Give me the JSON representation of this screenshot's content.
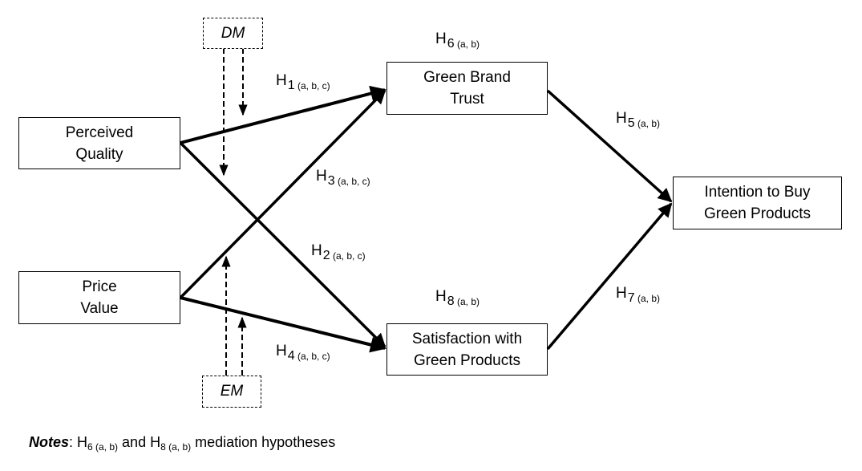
{
  "nodes": {
    "perceived_quality": [
      "Perceived",
      "Quality"
    ],
    "price_value": [
      "Price",
      "Value"
    ],
    "green_brand_trust": [
      "Green Brand",
      "Trust"
    ],
    "satisfaction": [
      "Satisfaction with",
      "Green Products"
    ],
    "intention": [
      "Intention to Buy",
      "Green Products"
    ],
    "dm": "DM",
    "em": "EM"
  },
  "hypotheses": {
    "h1": {
      "main": "H",
      "num": "1",
      "sub": " (a, b, c)"
    },
    "h2": {
      "main": "H",
      "num": "2",
      "sub": " (a, b, c)"
    },
    "h3": {
      "main": "H",
      "num": "3",
      "sub": " (a, b, c)"
    },
    "h4": {
      "main": "H",
      "num": "4",
      "sub": " (a, b, c)"
    },
    "h5": {
      "main": "H",
      "num": "5",
      "sub": " (a, b)"
    },
    "h6": {
      "main": "H",
      "num": "6",
      "sub": " (a, b)"
    },
    "h7": {
      "main": "H",
      "num": "7",
      "sub": " (a, b)"
    },
    "h8": {
      "main": "H",
      "num": "8",
      "sub": " (a, b)"
    }
  },
  "notes": {
    "label": "Notes",
    "colon": ": ",
    "h_a": "H",
    "h_a_sub": "6 (a, b)",
    "and": " and ",
    "h_b": "H",
    "h_b_sub": "8 (a, b)",
    "tail": " mediation hypotheses"
  }
}
